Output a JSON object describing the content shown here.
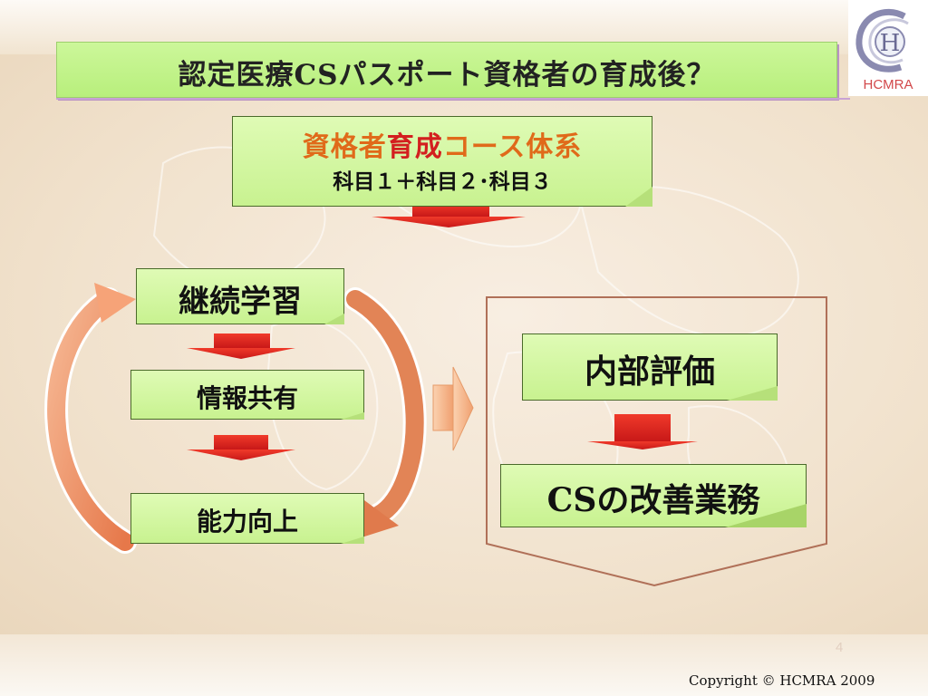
{
  "slide": {
    "title": "認定医療CSパスポート資格者の育成後？",
    "logo_text": "HCMRA",
    "logo_letter": "H",
    "page_number": "4",
    "copyright": "Copyright © HCMRA 2009"
  },
  "course": {
    "part1": "資格者",
    "part2": "育成",
    "part3": "コース体系",
    "subjects": "科目１＋科目２･科目３"
  },
  "cycle": {
    "step1": "継続学習",
    "step2": "情報共有",
    "step3": "能力向上"
  },
  "outcome": {
    "step1": "内部評価",
    "step2": "CSの改善業務"
  }
}
